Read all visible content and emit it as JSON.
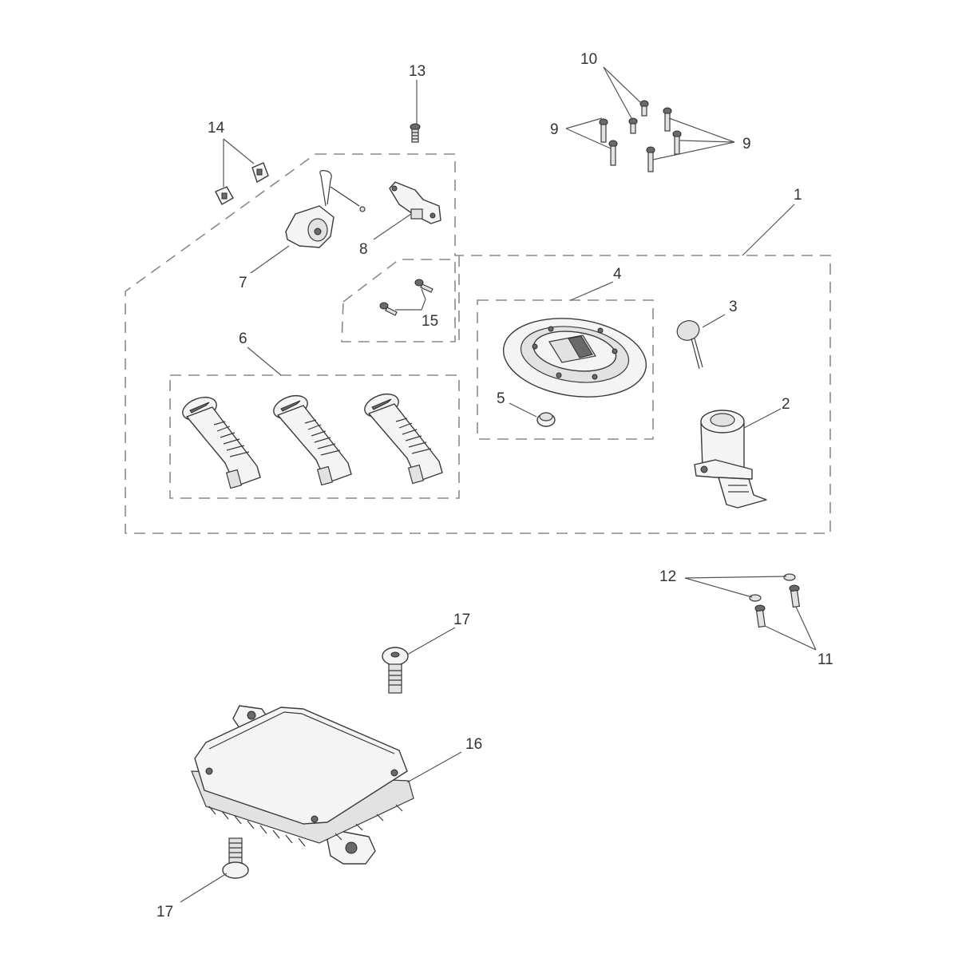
{
  "callouts": {
    "c1": "1",
    "c2": "2",
    "c3": "3",
    "c4": "4",
    "c5": "5",
    "c6": "6",
    "c7": "7",
    "c8": "8",
    "c9a": "9",
    "c9b": "9",
    "c10": "10",
    "c11": "11",
    "c12": "12",
    "c13": "13",
    "c14": "14",
    "c15": "15",
    "c16": "16",
    "c17a": "17",
    "c17b": "17"
  }
}
